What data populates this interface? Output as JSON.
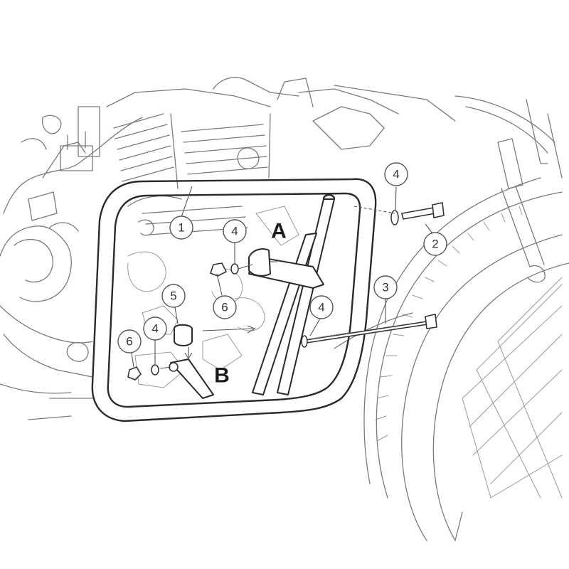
{
  "callouts": {
    "c1": "1",
    "c2": "2",
    "c3": "3",
    "c4a": "4",
    "c4b": "4",
    "c4c": "4",
    "c4d": "4",
    "c5": "5",
    "c6a": "6",
    "c6b": "6"
  },
  "letters": {
    "a": "A",
    "b": "B"
  }
}
